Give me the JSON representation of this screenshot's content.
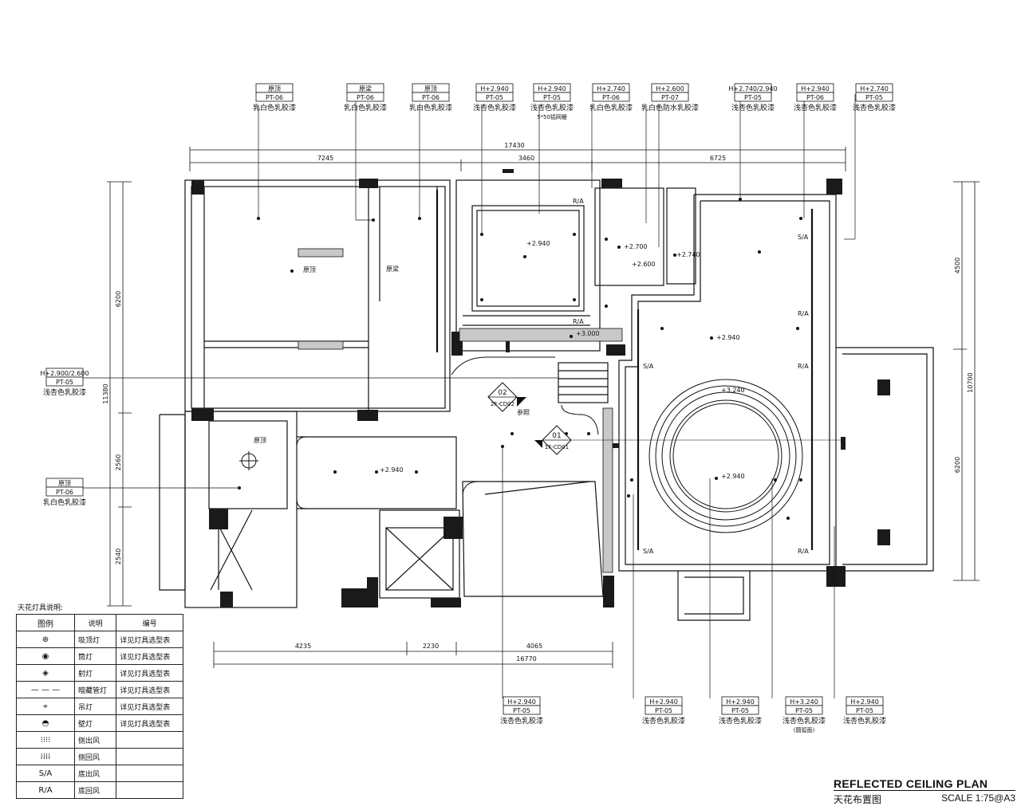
{
  "tags_top": [
    {
      "code": "原顶",
      "mat": "PT-06",
      "desc": "乳白色乳胶漆",
      "extra": ""
    },
    {
      "code": "原梁",
      "mat": "PT-06",
      "desc": "乳白色乳胶漆",
      "extra": ""
    },
    {
      "code": "原顶",
      "mat": "PT-06",
      "desc": "乳白色乳胶漆",
      "extra": ""
    },
    {
      "code": "H+2.940",
      "mat": "PT-05",
      "desc": "浅杏色乳胶漆",
      "extra": ""
    },
    {
      "code": "H+2.940",
      "mat": "PT-05",
      "desc": "浅杏色乳胶漆",
      "extra": "5*50铝网栅"
    },
    {
      "code": "H+2.740",
      "mat": "PT-06",
      "desc": "乳白色乳胶漆",
      "extra": ""
    },
    {
      "code": "H+2.600",
      "mat": "PT-07",
      "desc": "乳白色防水乳胶漆",
      "extra": ""
    },
    {
      "code": "H+2.740/2.940",
      "mat": "PT-05",
      "desc": "浅杏色乳胶漆",
      "extra": ""
    },
    {
      "code": "H+2.940",
      "mat": "PT-06",
      "desc": "浅杏色乳胶漆",
      "extra": ""
    },
    {
      "code": "H+2.740",
      "mat": "PT-05",
      "desc": "浅杏色乳胶漆",
      "extra": ""
    }
  ],
  "tags_left": [
    {
      "code": "H+2.900/2.600",
      "mat": "PT-05",
      "desc": "浅杏色乳胶漆"
    },
    {
      "code": "原顶",
      "mat": "PT-06",
      "desc": "乳白色乳胶漆"
    }
  ],
  "tags_bottom": [
    {
      "code": "H+2.940",
      "mat": "PT-05",
      "desc": "浅杏色乳胶漆",
      "extra": ""
    },
    {
      "code": "H+2.940",
      "mat": "PT-05",
      "desc": "浅杏色乳胶漆",
      "extra": ""
    },
    {
      "code": "H+2.940",
      "mat": "PT-05",
      "desc": "浅杏色乳胶漆",
      "extra": ""
    },
    {
      "code": "H+3.240",
      "mat": "PT-05",
      "desc": "浅杏色乳胶漆",
      "extra": "(圆弧面)"
    },
    {
      "code": "H+2.940",
      "mat": "PT-05",
      "desc": "浅杏色乳胶漆",
      "extra": ""
    }
  ],
  "dims": {
    "top_total": "17430",
    "top_a": "7245",
    "top_b": "3460",
    "top_c": "6725",
    "bottom_total": "16770",
    "bottom_a": "4235",
    "bottom_b": "2230",
    "bottom_c": "4065",
    "left_total": "11380",
    "left_a": "6200",
    "left_b": "2560",
    "left_c": "2540",
    "right_total": "10700",
    "right_a": "4500",
    "right_b": "6200"
  },
  "plan_labels": {
    "orig_ceiling": "原顶",
    "orig_beam": "原梁",
    "elev_2940": "+2.940",
    "elev_2700": "+2.700",
    "elev_2600": "+2.600",
    "elev_2740": "+2.740",
    "elev_3000": "+3.000",
    "elev_3240": "+3.240",
    "sa": "S/A",
    "ra": "R/A",
    "callout_02_num": "02",
    "callout_02_ref": "2F-CD02",
    "callout_02_note": "参照",
    "callout_01_num": "01",
    "callout_01_ref": "1F-CD01"
  },
  "legend": {
    "title": "天花灯具说明:",
    "headers": [
      "图例",
      "说明",
      "编号"
    ],
    "rows": [
      {
        "symbol": "⊕",
        "name": "吸顶灯",
        "code": "详见灯具选型表"
      },
      {
        "symbol": "◉",
        "name": "筒灯",
        "code": "详见灯具选型表"
      },
      {
        "symbol": "◈",
        "name": "射灯",
        "code": "详见灯具选型表"
      },
      {
        "symbol": "— — —",
        "name": "暗藏管灯",
        "code": "详见灯具选型表"
      },
      {
        "symbol": "⌖",
        "name": "吊灯",
        "code": "详见灯具选型表"
      },
      {
        "symbol": "◓",
        "name": "壁灯",
        "code": "详见灯具选型表"
      },
      {
        "symbol": "⁝⁝⁝⁝",
        "name": "侧出风",
        "code": ""
      },
      {
        "symbol": "⁞⁞⁞⁞",
        "name": "侧回风",
        "code": ""
      },
      {
        "symbol": "S/A",
        "name": "底出风",
        "code": ""
      },
      {
        "symbol": "R/A",
        "name": "底回风",
        "code": ""
      }
    ]
  },
  "title_block": {
    "title_en": "REFLECTED CEILING PLAN",
    "title_cn": "天花布置图",
    "scale": "SCALE  1:75@A3"
  }
}
